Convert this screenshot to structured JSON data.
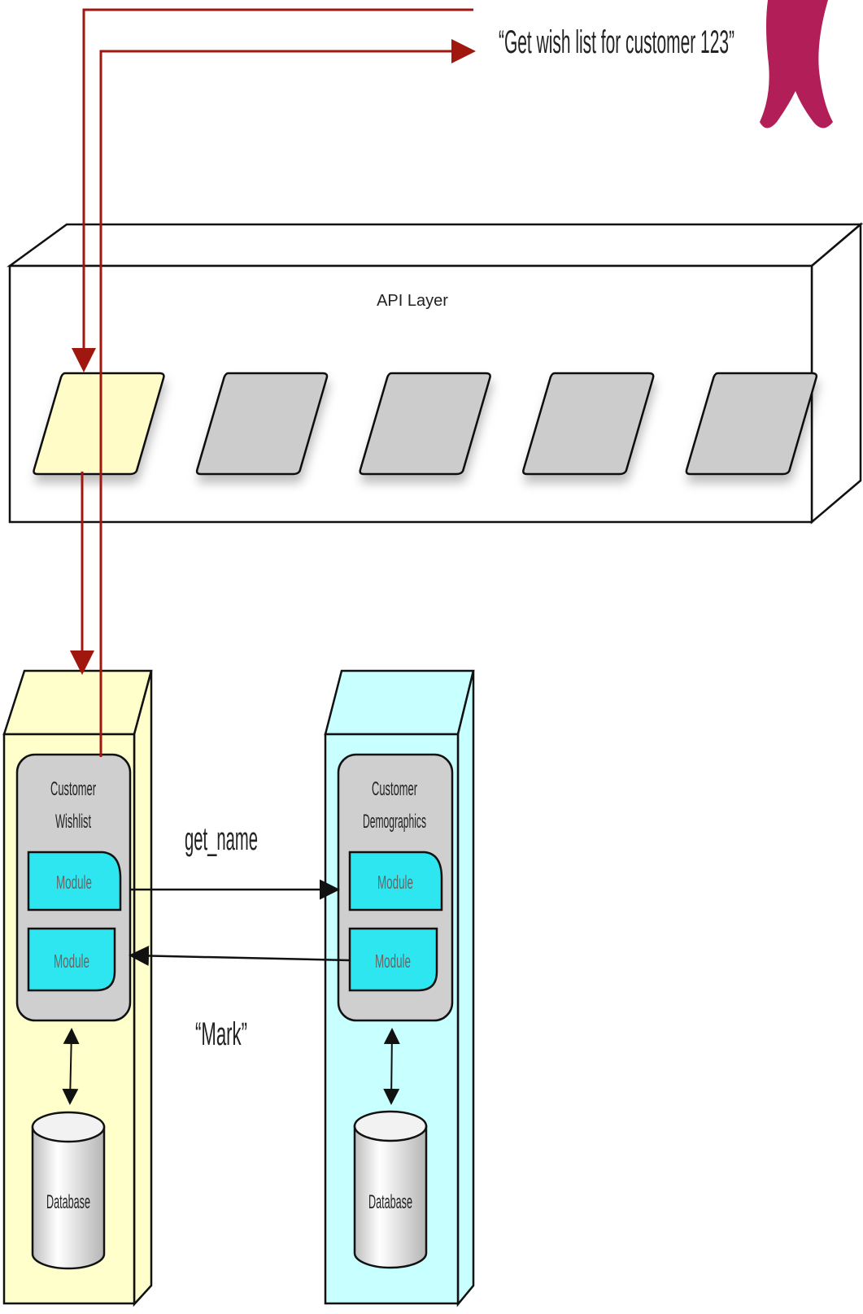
{
  "request": {
    "text": "“Get wish list for customer 123”"
  },
  "api_layer": {
    "title": "API Layer",
    "endpoints": [
      {
        "state": "active"
      },
      {
        "state": "inactive"
      },
      {
        "state": "inactive"
      },
      {
        "state": "inactive"
      },
      {
        "state": "inactive"
      }
    ]
  },
  "services": [
    {
      "name_lines": [
        "Customer",
        "Wishlist"
      ],
      "modules": [
        "Module",
        "Module"
      ],
      "database": "Database",
      "color": "#ffffcc"
    },
    {
      "name_lines": [
        "Customer",
        "Demographics"
      ],
      "modules": [
        "Module",
        "Module"
      ],
      "database": "Database",
      "color": "#c8ffff"
    }
  ],
  "calls": {
    "request_label": "get_name",
    "response_label": "“Mark”"
  },
  "colors": {
    "request_arrow": "#a0170f",
    "active_endpoint": "#fffcc8",
    "inactive_endpoint": "#cccccc",
    "module": "#2ee6f0",
    "service_panel": "#cfcfcf",
    "user_icon": "#b21e58"
  }
}
